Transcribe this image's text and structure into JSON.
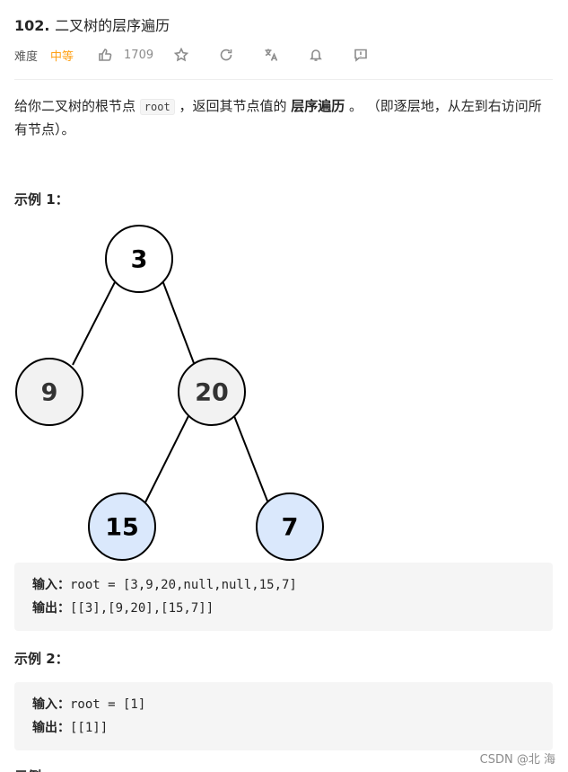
{
  "problem": {
    "number": "102.",
    "name": "二叉树的层序遍历",
    "difficulty_label": "难度",
    "difficulty": "中等",
    "likes": "1709"
  },
  "description": {
    "p1": "给你二叉树的根节点 ",
    "code": "root",
    "p2": " ，返回其节点值的 ",
    "bold": "层序遍历",
    "p3": " 。 （即逐层地，从左到右访问所有节点）。"
  },
  "examples": [
    {
      "title": "示例 1：",
      "tree_nodes": [
        "3",
        "9",
        "20",
        "15",
        "7"
      ],
      "input_label": "输入：",
      "input": "root = [3,9,20,null,null,15,7]",
      "output_label": "输出：",
      "output": "[[3],[9,20],[15,7]]"
    },
    {
      "title": "示例 2：",
      "input_label": "输入：",
      "input": "root = [1]",
      "output_label": "输出：",
      "output": "[[1]]"
    },
    {
      "title": "示例"
    }
  ],
  "colors": {
    "difficulty": "#ffa116",
    "node_normal": "#f2f2f2",
    "node_highlight": "#dae8fc"
  },
  "watermark": "CSDN @北    海"
}
